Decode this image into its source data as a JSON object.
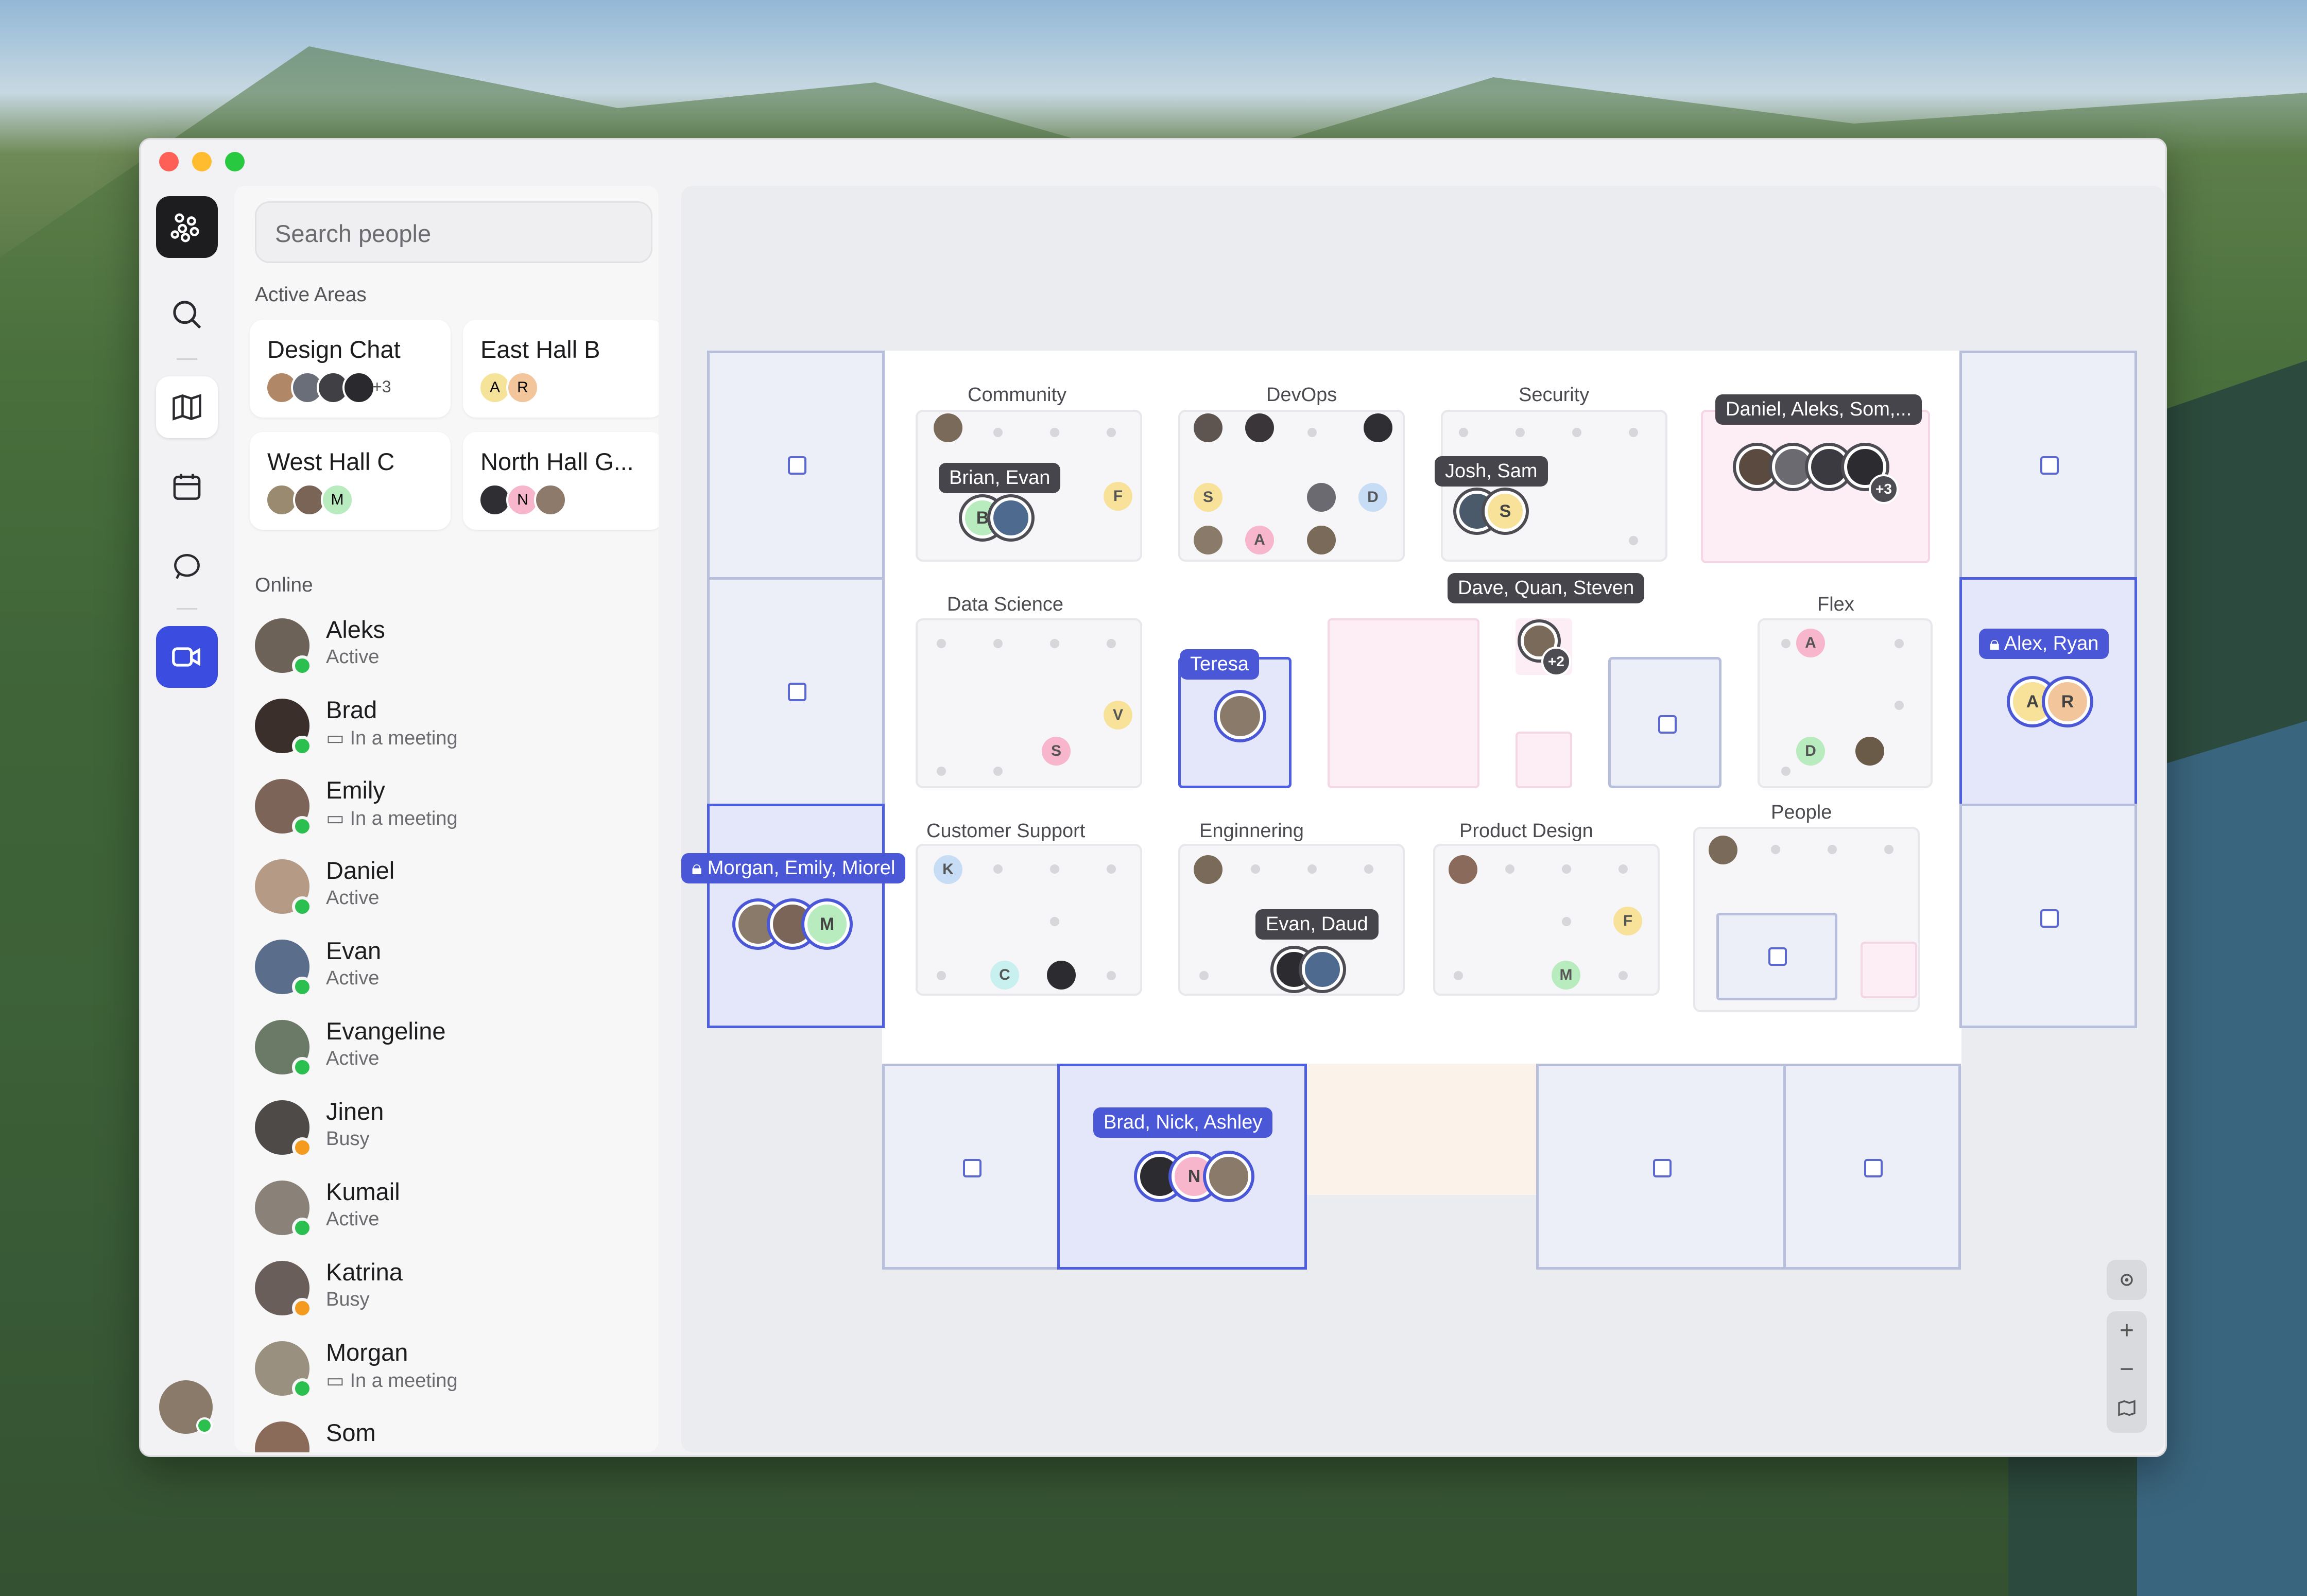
{
  "sidebar": {
    "search_placeholder": "Search people",
    "active_areas_title": "Active Areas",
    "areas": [
      {
        "name": "Design Chat",
        "extra": "+3"
      },
      {
        "name": "East Hall B",
        "initials": [
          "A",
          "R"
        ]
      },
      {
        "name": "West Hall C",
        "initials": [
          "M"
        ]
      },
      {
        "name": "North Hall G...",
        "initials": [
          "N"
        ]
      }
    ],
    "online_title": "Online",
    "people": [
      {
        "name": "Aleks",
        "status": "Active"
      },
      {
        "name": "Brad",
        "status": "In a meeting"
      },
      {
        "name": "Emily",
        "status": "In a meeting"
      },
      {
        "name": "Daniel",
        "status": "Active"
      },
      {
        "name": "Evan",
        "status": "Active"
      },
      {
        "name": "Evangeline",
        "status": "Active"
      },
      {
        "name": "Jinen",
        "status": "Busy"
      },
      {
        "name": "Kumail",
        "status": "Active"
      },
      {
        "name": "Katrina",
        "status": "Busy"
      },
      {
        "name": "Morgan",
        "status": "In a meeting"
      },
      {
        "name": "Som",
        "status": ""
      }
    ]
  },
  "map": {
    "zones": {
      "community": "Community",
      "devops": "DevOps",
      "security": "Security",
      "data_science": "Data Science",
      "flex": "Flex",
      "customer_support": "Customer Support",
      "engineering": "Enginnering",
      "product_design": "Product Design",
      "people": "People"
    },
    "tooltips": {
      "brian_evan": "Brian, Evan",
      "josh_sam": "Josh, Sam",
      "daniel_aleks": "Daniel, Aleks, Som,...",
      "teresa": "Teresa",
      "dave_quan": "Dave, Quan, Steven",
      "alex_ryan": "Alex, Ryan",
      "morgan_emily": "Morgan, Emily, Miorel",
      "evan_daud": "Evan, Daud",
      "brad_nick": "Brad, Nick, Ashley"
    },
    "counts": {
      "daniel_group": "+3",
      "dave_group": "+2"
    },
    "initials": {
      "b": "B",
      "f": "F",
      "s": "S",
      "a": "A",
      "d": "D",
      "sam": "S",
      "v": "V",
      "s2": "S",
      "a2": "A",
      "d2": "D",
      "ar_a": "A",
      "ar_r": "R",
      "m": "M",
      "k": "K",
      "c": "C",
      "f2": "F",
      "m2": "M",
      "n": "N"
    }
  },
  "colors": {
    "accent": "#3a4de0",
    "active_green": "#2bbf4f",
    "busy_orange": "#f39a1f"
  }
}
